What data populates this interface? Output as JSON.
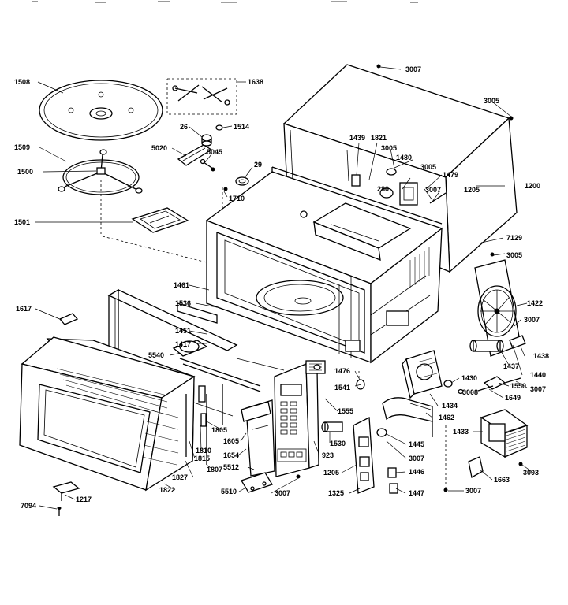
{
  "labels": {
    "l3007a": "3007",
    "l1508": "1508",
    "l1638": "1638",
    "l3005a": "3005",
    "l26": "26",
    "l1514": "1514",
    "l1509": "1509",
    "l5020": "5020",
    "l5045": "5045",
    "l1439": "1439",
    "l1821": "1821",
    "l3005b": "3005",
    "l1480": "1480",
    "l3005c": "3005",
    "l1479": "1479",
    "l1500": "1500",
    "l29": "29",
    "l280": "280",
    "l3007b": "3007",
    "l1205a": "1205",
    "l1200": "1200",
    "l1710": "1710",
    "l1501": "1501",
    "l7129": "7129",
    "l3005d": "3005",
    "l1461": "1461",
    "l1536": "1536",
    "l1422": "1422",
    "l1617": "1617",
    "l3007c": "3007",
    "l1451": "1451",
    "l1417": "1417",
    "l1438": "1438",
    "l5540": "5540",
    "l1437": "1437",
    "l1476": "1476",
    "l1440": "1440",
    "l1430": "1430",
    "l3007d": "3007",
    "l1541": "1541",
    "l3008": "3008",
    "l1550": "1550",
    "l1649": "1649",
    "l1434": "1434",
    "l1555": "1555",
    "l1462": "1462",
    "l1805": "1805",
    "l1433": "1433",
    "l1810": "1810",
    "l1605": "1605",
    "l1530": "1530",
    "l1445": "1445",
    "l1815": "1815",
    "l923": "923",
    "l1654": "1654",
    "l3007e": "3007",
    "l5512": "5512",
    "l1807": "1807",
    "l1205b": "1205",
    "l1446": "1446",
    "l1827": "1827",
    "l1663": "1663",
    "l3003": "3003",
    "l1822": "1822",
    "l5510": "5510",
    "l3007f": "3007",
    "l1325": "1325",
    "l1447": "1447",
    "l3007g": "3007",
    "l7094": "7094",
    "l1217": "1217"
  }
}
